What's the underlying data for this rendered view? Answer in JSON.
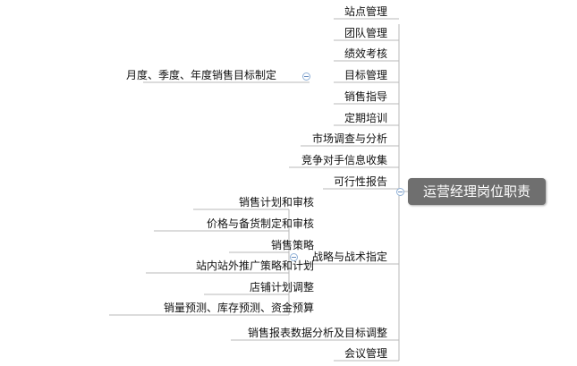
{
  "root": "运营经理岗位职责",
  "branches": [
    {
      "label": "站点管理"
    },
    {
      "label": "团队管理"
    },
    {
      "label": "绩效考核"
    },
    {
      "label": "目标管理",
      "children": [
        "月度、季度、年度销售目标制定"
      ]
    },
    {
      "label": "销售指导"
    },
    {
      "label": "定期培训"
    },
    {
      "label": "市场调查与分析"
    },
    {
      "label": "竞争对手信息收集"
    },
    {
      "label": "可行性报告"
    },
    {
      "label": "战略与战术指定",
      "children": [
        "销售计划和审核",
        "价格与备货制定和审核",
        "销售策略",
        "站内站外推广策略和计划",
        "店铺计划调整",
        "销量预测、库存预测、资金预算"
      ]
    },
    {
      "label": "销售报表数据分析及目标调整"
    },
    {
      "label": "会议管理"
    }
  ]
}
